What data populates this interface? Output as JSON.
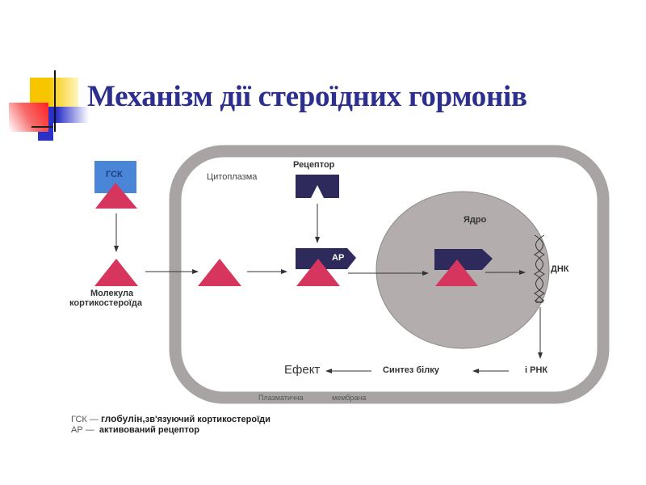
{
  "title": "Механізм дії стероїдних гормонів",
  "colors": {
    "title": "#2d2f8e",
    "steroid_triangle": "#d6365e",
    "receptor": "#2f2a5c",
    "gsk_box": "#4a86d8",
    "membrane": "#a8a4a4",
    "nucleus": "#b3adad"
  },
  "diagram": {
    "gsk_label": "ГСК",
    "molecule_label_line1": "Молекула",
    "molecule_label_line2": "кортикостероїда",
    "cytoplasm_label": "Цитоплазма",
    "receptor_label": "Рецептор",
    "ar_label": "АР",
    "nucleus_label": "Ядро",
    "dna_label": "ДНК",
    "rna_label": "і РНК",
    "protein_synthesis_label": "Синтез білку",
    "effect_label": "Ефект",
    "membrane_label_1": "Плазматична",
    "membrane_label_2": "мембрана"
  },
  "legend": [
    {
      "abbr": "ГСК —",
      "bold": "глобулін,",
      "text": "зв'язуючий кортикостероїди"
    },
    {
      "abbr": "АР —",
      "bold": "",
      "text": "активований рецептор"
    }
  ]
}
